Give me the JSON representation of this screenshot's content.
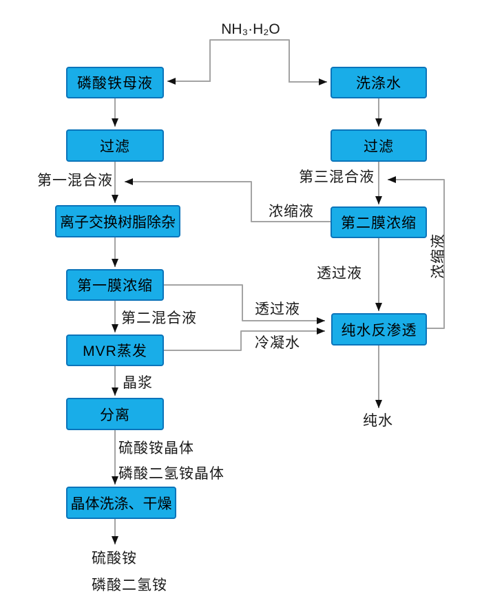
{
  "diagram": {
    "top_label": "NH₃·H₂O",
    "nodes": {
      "muye": "磷酸铁母液",
      "guolv_left": "过滤",
      "lizi": "离子交换树脂除杂",
      "diyimo": "第一膜浓缩",
      "mvr": "MVR蒸发",
      "fenli": "分离",
      "jingti": "晶体洗涤、干燥",
      "xidishui": "洗涤水",
      "guolv_right": "过滤",
      "diermo": "第二膜浓缩",
      "chunshui_ro": "纯水反渗透"
    },
    "edge_labels": {
      "diyi_hunheye": "第一混合液",
      "disan_hunheye": "第三混合液",
      "nongsuoye_left": "浓缩液",
      "nongsuoye_right_vertical": "浓缩液",
      "touguoye_right": "透过液",
      "touguoye_mid": "透过液",
      "lengningshui": "冷凝水",
      "dier_hunheye": "第二混合液",
      "jingjiang": "晶浆",
      "liusuanan_jingti": "硫酸铵晶体",
      "linsuan_erqingan_jingti": "磷酸二氢铵晶体",
      "liusuanan": "硫酸铵",
      "linsuan_erqingan": "磷酸二氢铵",
      "chunshui": "纯水"
    },
    "colors": {
      "box_fill": "#19ade8",
      "box_border": "#0b74ba",
      "line": "#a3a3a3",
      "arrowhead": "#111111"
    }
  }
}
